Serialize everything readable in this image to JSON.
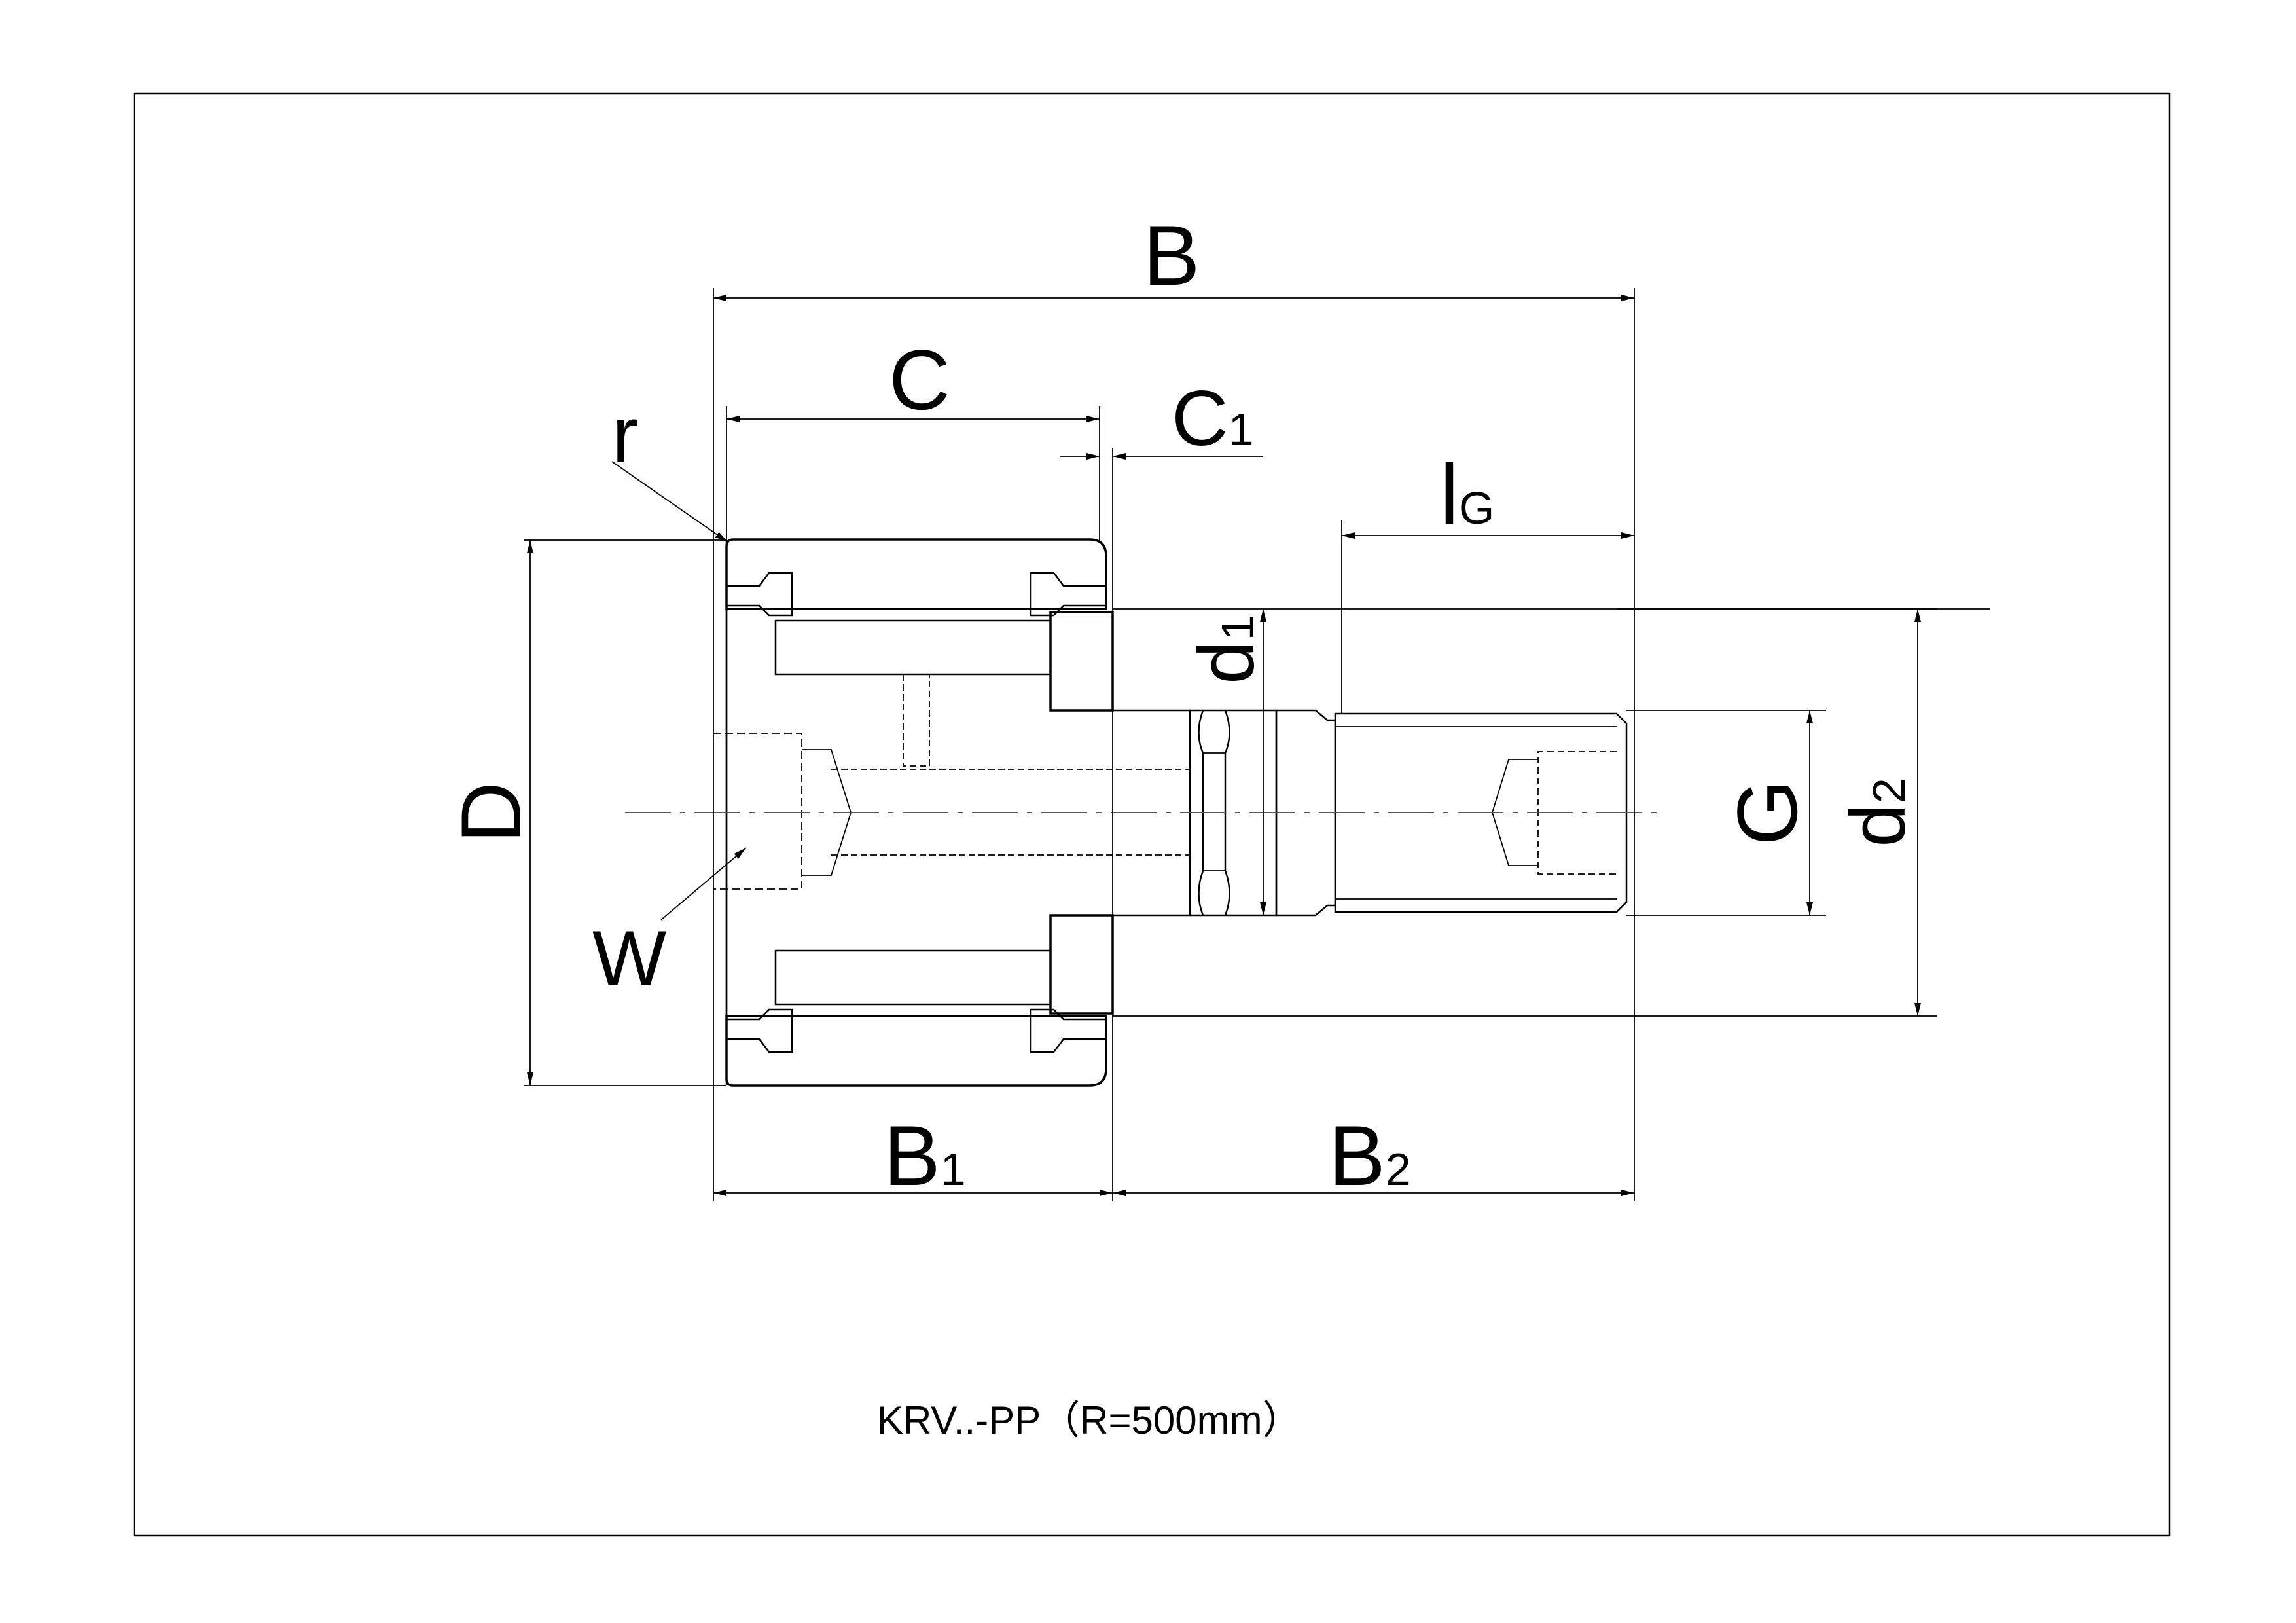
{
  "drawing": {
    "labels": {
      "B": "B",
      "C": "C",
      "C1_main": "C",
      "C1_sub": "1",
      "r": "r",
      "lG_main": "l",
      "lG_sub": "G",
      "d1_main": "d",
      "d1_sub": "1",
      "D": "D",
      "W": "W",
      "G": "G",
      "d2_main": "d",
      "d2_sub": "2",
      "B1_main": "B",
      "B1_sub": "1",
      "B2_main": "B",
      "B2_sub": "2"
    },
    "caption": "KRV..-PP（R=500mm）"
  }
}
